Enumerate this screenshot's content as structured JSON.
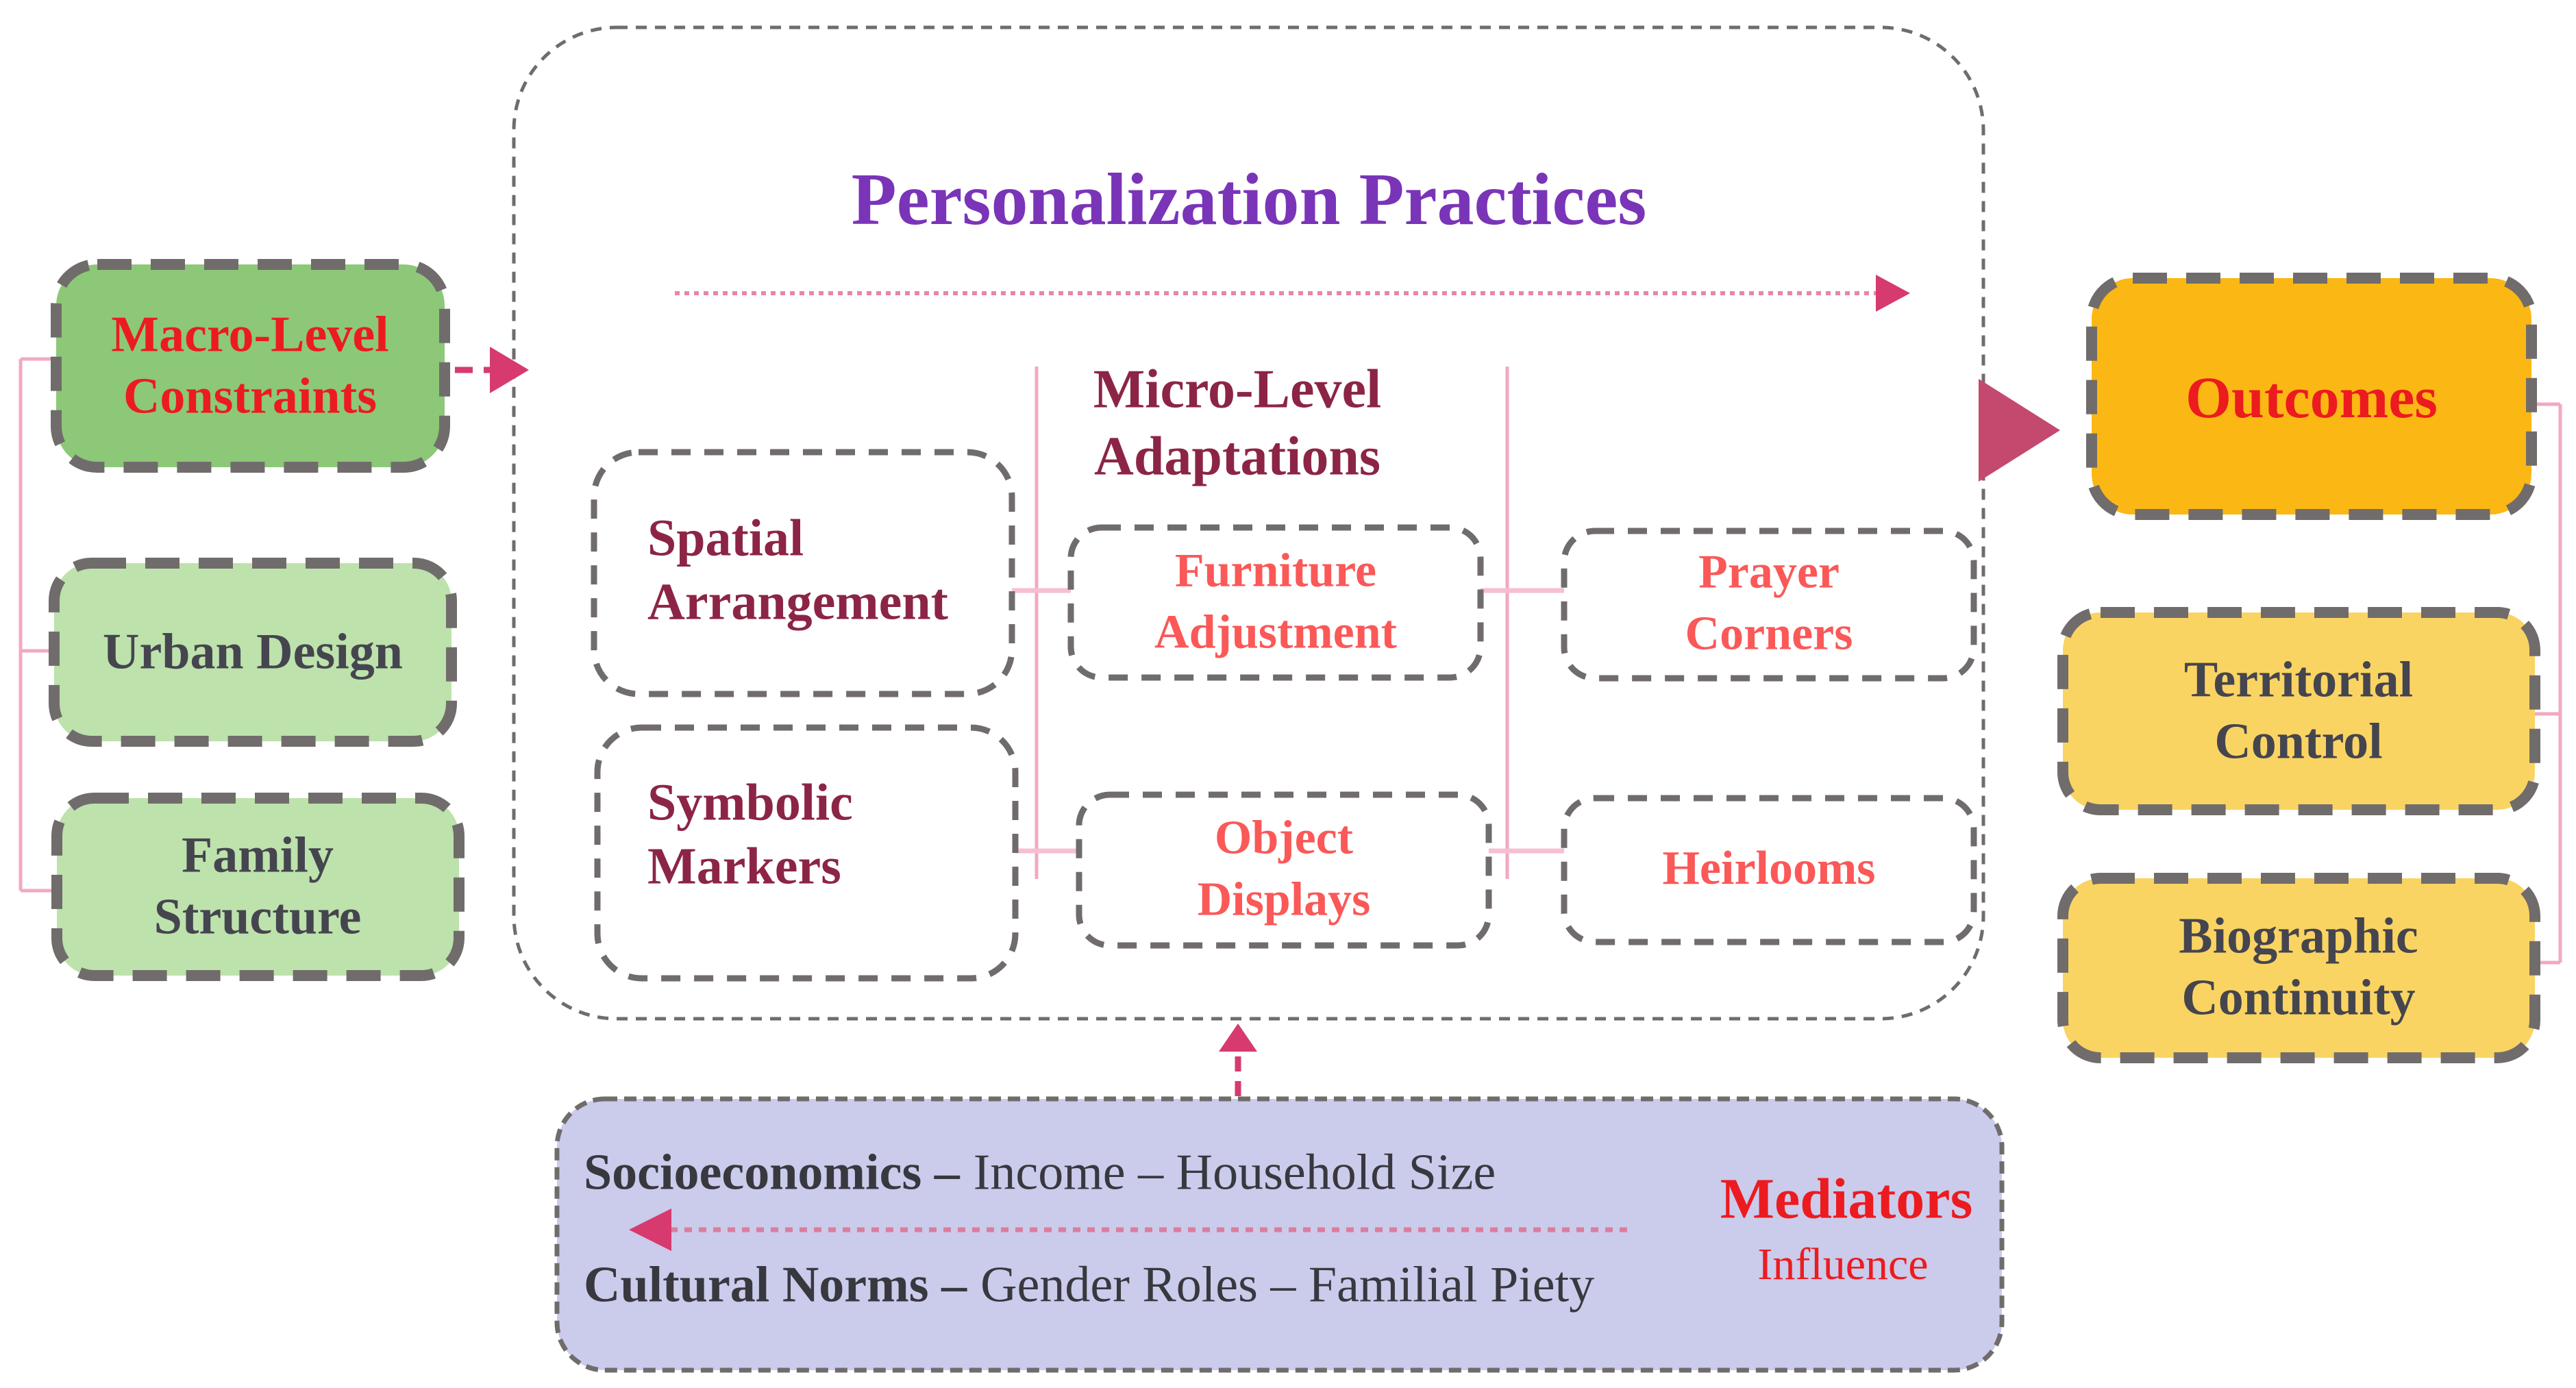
{
  "colors": {
    "green_dark": "#8CC878",
    "green_light": "#BDE2AC",
    "orange": "#FBB713",
    "yellow": "#FAD462",
    "lavender": "#CBCBEC",
    "border_gray": "#716C6C",
    "red": "#EC1B1F",
    "maroon": "#8C2545",
    "coral": "#FB5858",
    "purple": "#7A34B8",
    "slate": "#45454F",
    "dark_text": "#38383F",
    "crimson": "#D63A6E",
    "rose_triangle": "#C4496F",
    "pink_line": "#F3A8C2",
    "pink_pale": "#F6BFD3",
    "pink_dot": "#E987A3",
    "pink_dash": "#DD7C9C",
    "white": "#FFFFFF"
  },
  "left": {
    "macro_lines": [
      "Macro-Level",
      "Constraints"
    ],
    "urban_label": "Urban Design",
    "family_lines": [
      "Family",
      "Structure"
    ]
  },
  "center": {
    "title": "Personalization Practices",
    "micro_lines": [
      "Micro-Level",
      "Adaptations"
    ],
    "spatial_lines": [
      "Spatial",
      "Arrangement"
    ],
    "symbolic_lines": [
      "Symbolic",
      "Markers"
    ],
    "furniture_lines": [
      "Furniture",
      "Adjustment"
    ],
    "object_lines": [
      "Object",
      "Displays"
    ],
    "prayer_lines": [
      "Prayer",
      "Corners"
    ],
    "heirlooms_label": "Heirlooms"
  },
  "right": {
    "outcomes_label": "Outcomes",
    "territorial_lines": [
      "Territorial",
      "Control"
    ],
    "biographic_lines": [
      "Biographic",
      "Continuity"
    ]
  },
  "mediators": {
    "socioeconomics_bold": "Socioeconomics –",
    "socioeconomics_rest": "Income – Household Size",
    "cultural_bold": "Cultural Norms –",
    "cultural_rest": "Gender Roles – Familial Piety",
    "heading": "Mediators",
    "subheading": "Influence"
  }
}
